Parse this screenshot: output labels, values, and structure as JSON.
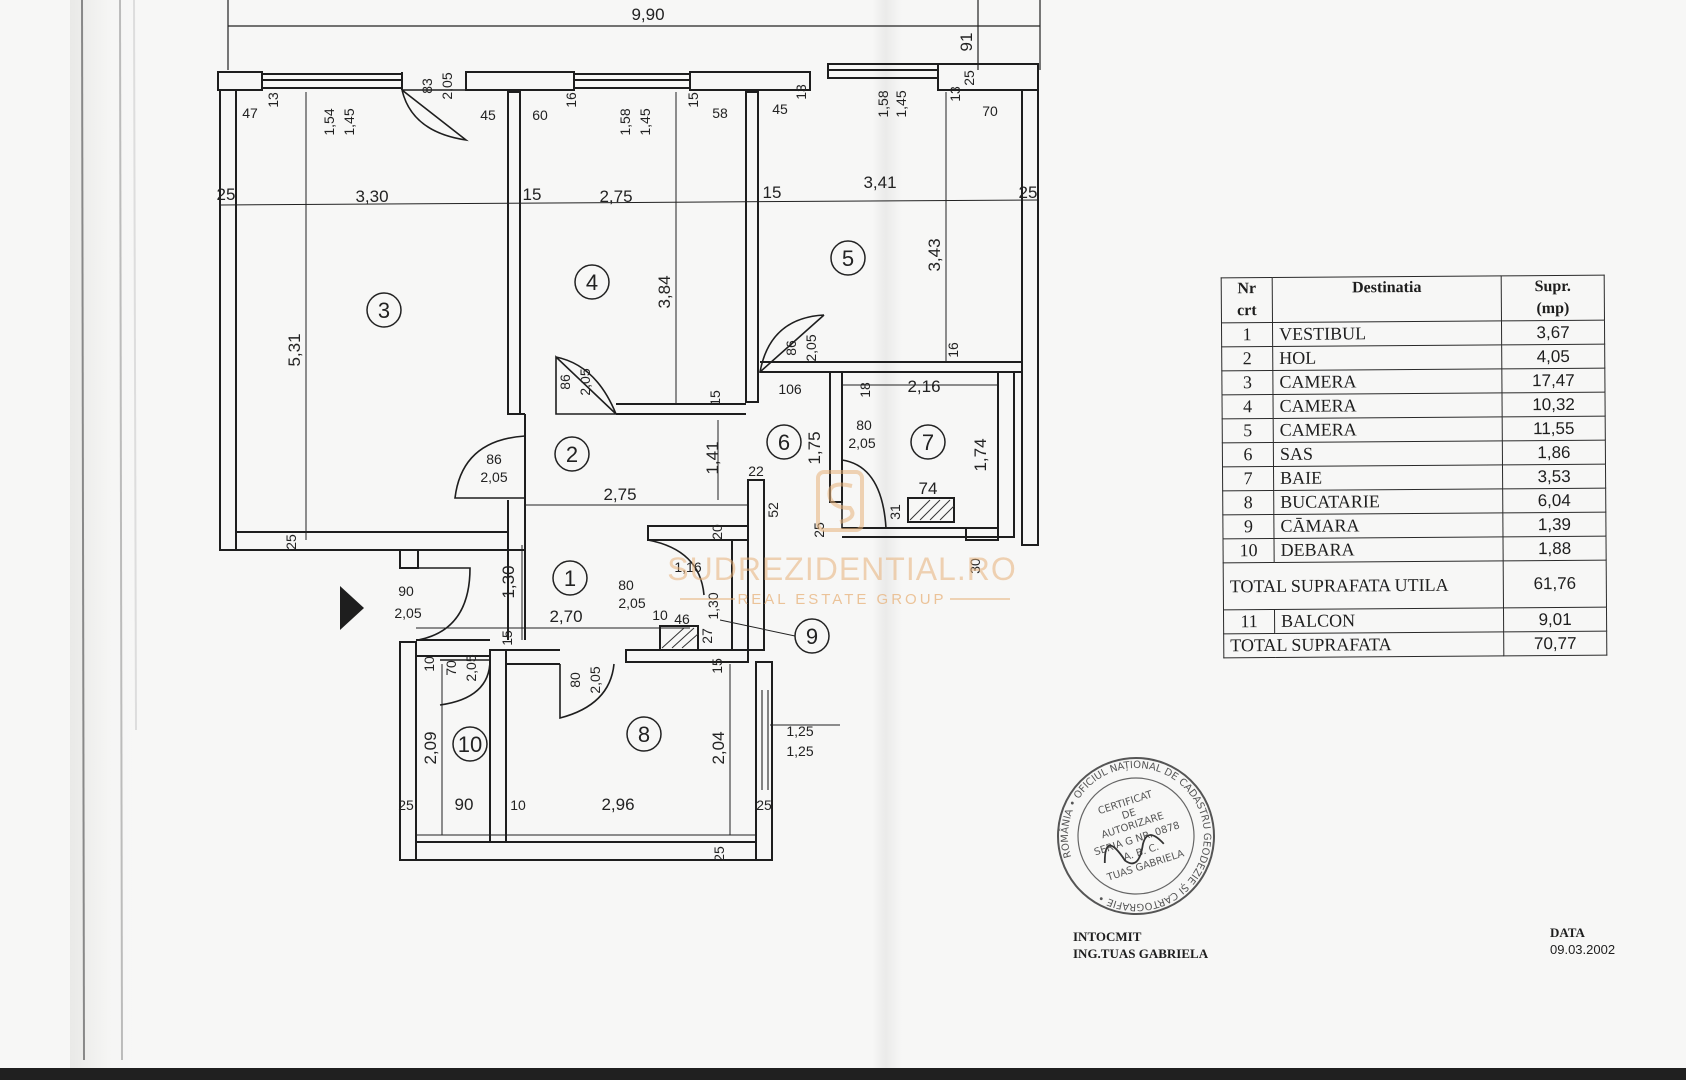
{
  "plan": {
    "total_width": "9,90",
    "dimensions": {
      "top_91": "91",
      "r3_width": "3,30",
      "r4_width": "2,75",
      "r5_width": "3,41",
      "r3_height": "5,31",
      "r4_height": "3,84",
      "r5_height": "3,43",
      "wall_25a": "25",
      "wall_15a": "15",
      "wall_15b": "15",
      "wall_25b": "25",
      "win1_top": "1,54",
      "win1_bot": "1,45",
      "door_top_a": "83",
      "door_top_b": "2,05",
      "win2_top": "1,58",
      "win2_bot": "1,45",
      "win3_top": "1,58",
      "win3_bot": "1,45",
      "p47": "47",
      "p13a": "13",
      "p45a": "45",
      "p60": "60",
      "p16a": "16",
      "p15a": "15",
      "p58": "58",
      "p45b": "45",
      "p13b": "13",
      "p13c": "13",
      "p25c": "25",
      "p70": "70",
      "door4_a": "86",
      "door4_b": "2,05",
      "door5_a": "86",
      "door5_b": "2,05",
      "door2_a": "86",
      "door2_b": "2,05",
      "door7_a": "80",
      "door7_b": "2,05",
      "p15c": "15",
      "p106": "106",
      "p18": "18",
      "p216": "2,16",
      "p16b": "16",
      "p141": "1,41",
      "p175": "1,75",
      "p174": "1,74",
      "p74": "74",
      "p275": "2,75",
      "p22": "22",
      "p52": "52",
      "p25d": "25",
      "p31": "31",
      "p20": "20",
      "p116": "1,16",
      "p30": "30",
      "door1_a": "90",
      "door1_b": "2,05",
      "p130a": "1,30",
      "p130b": "1,30",
      "p270": "2,70",
      "door9_a": "80",
      "door9_b": "2,05",
      "p10a": "10",
      "p46": "46",
      "p27": "27",
      "p15d": "15",
      "p15e": "15",
      "door10_a": "70",
      "door10_b": "2,05",
      "p10b": "10",
      "door8_a": "80",
      "door8_b": "2,05",
      "balc_a": "1,25",
      "balc_b": "1,25",
      "p209": "2,09",
      "p204": "2,04",
      "p25e": "25",
      "p90": "90",
      "p10c": "10",
      "p296": "2,96",
      "p25f": "25",
      "p25g": "25",
      "p25h": "25"
    },
    "rooms": [
      "1",
      "2",
      "3",
      "4",
      "5",
      "6",
      "7",
      "8",
      "9",
      "10"
    ]
  },
  "watermark": {
    "brand": "SUDREZIDENTIAL.RO",
    "tagline": "REAL ESTATE GROUP"
  },
  "table": {
    "headers": {
      "nr_line1": "Nr",
      "nr_line2": "crt",
      "dest": "Destinatia",
      "area_line1": "Supr.",
      "area_line2": "(mp)"
    },
    "rows": [
      {
        "nr": "1",
        "dest": "VESTIBUL",
        "area": "3,67"
      },
      {
        "nr": "2",
        "dest": "HOL",
        "area": "4,05"
      },
      {
        "nr": "3",
        "dest": "CAMERA",
        "area": "17,47"
      },
      {
        "nr": "4",
        "dest": "CAMERA",
        "area": "10,32"
      },
      {
        "nr": "5",
        "dest": "CAMERA",
        "area": "11,55"
      },
      {
        "nr": "6",
        "dest": "SAS",
        "area": "1,86"
      },
      {
        "nr": "7",
        "dest": "BAIE",
        "area": "3,53"
      },
      {
        "nr": "8",
        "dest": "BUCATARIE",
        "area": "6,04"
      },
      {
        "nr": "9",
        "dest": "CĀMARA",
        "area": "1,39"
      },
      {
        "nr": "10",
        "dest": "DEBARA",
        "area": "1,88"
      }
    ],
    "total_util": {
      "label": "TOTAL SUPRAFATA UTILA",
      "area": "61,76"
    },
    "balcon": {
      "nr": "11",
      "dest": "BALCON",
      "area": "9,01"
    },
    "total": {
      "label": "TOTAL SUPRAFATA",
      "area": "70,77"
    }
  },
  "stamp": {
    "ring_text": "ROMÂNIA • OFICIUL NAȚIONAL DE CADASTRU GEODEZIE ȘI CARTOGRAFIE •",
    "lines": [
      "CERTIFICAT",
      "DE",
      "AUTORIZARE",
      "SERIA G NR. 0878",
      "A. B. C.",
      "TUAS GABRIELA"
    ]
  },
  "signature": {
    "label": "INTOCMIT",
    "name": "ING.TUAS GABRIELA"
  },
  "date": {
    "label": "DATA",
    "value": "09.03.2002"
  }
}
